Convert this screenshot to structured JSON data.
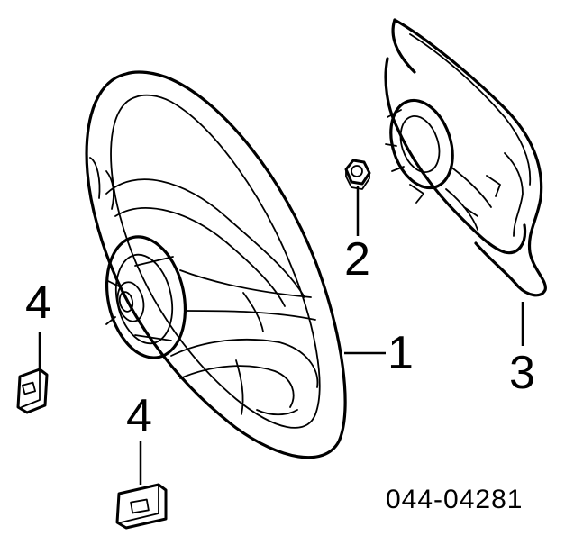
{
  "diagram": {
    "parts": [
      {
        "id": "steering-wheel",
        "callout": "1"
      },
      {
        "id": "nut",
        "callout": "2"
      },
      {
        "id": "airbag-pad",
        "callout": "3"
      },
      {
        "id": "clip-left",
        "callout": "4"
      },
      {
        "id": "clip-bottom",
        "callout": "4"
      }
    ],
    "diagram_code": "044-04281"
  }
}
